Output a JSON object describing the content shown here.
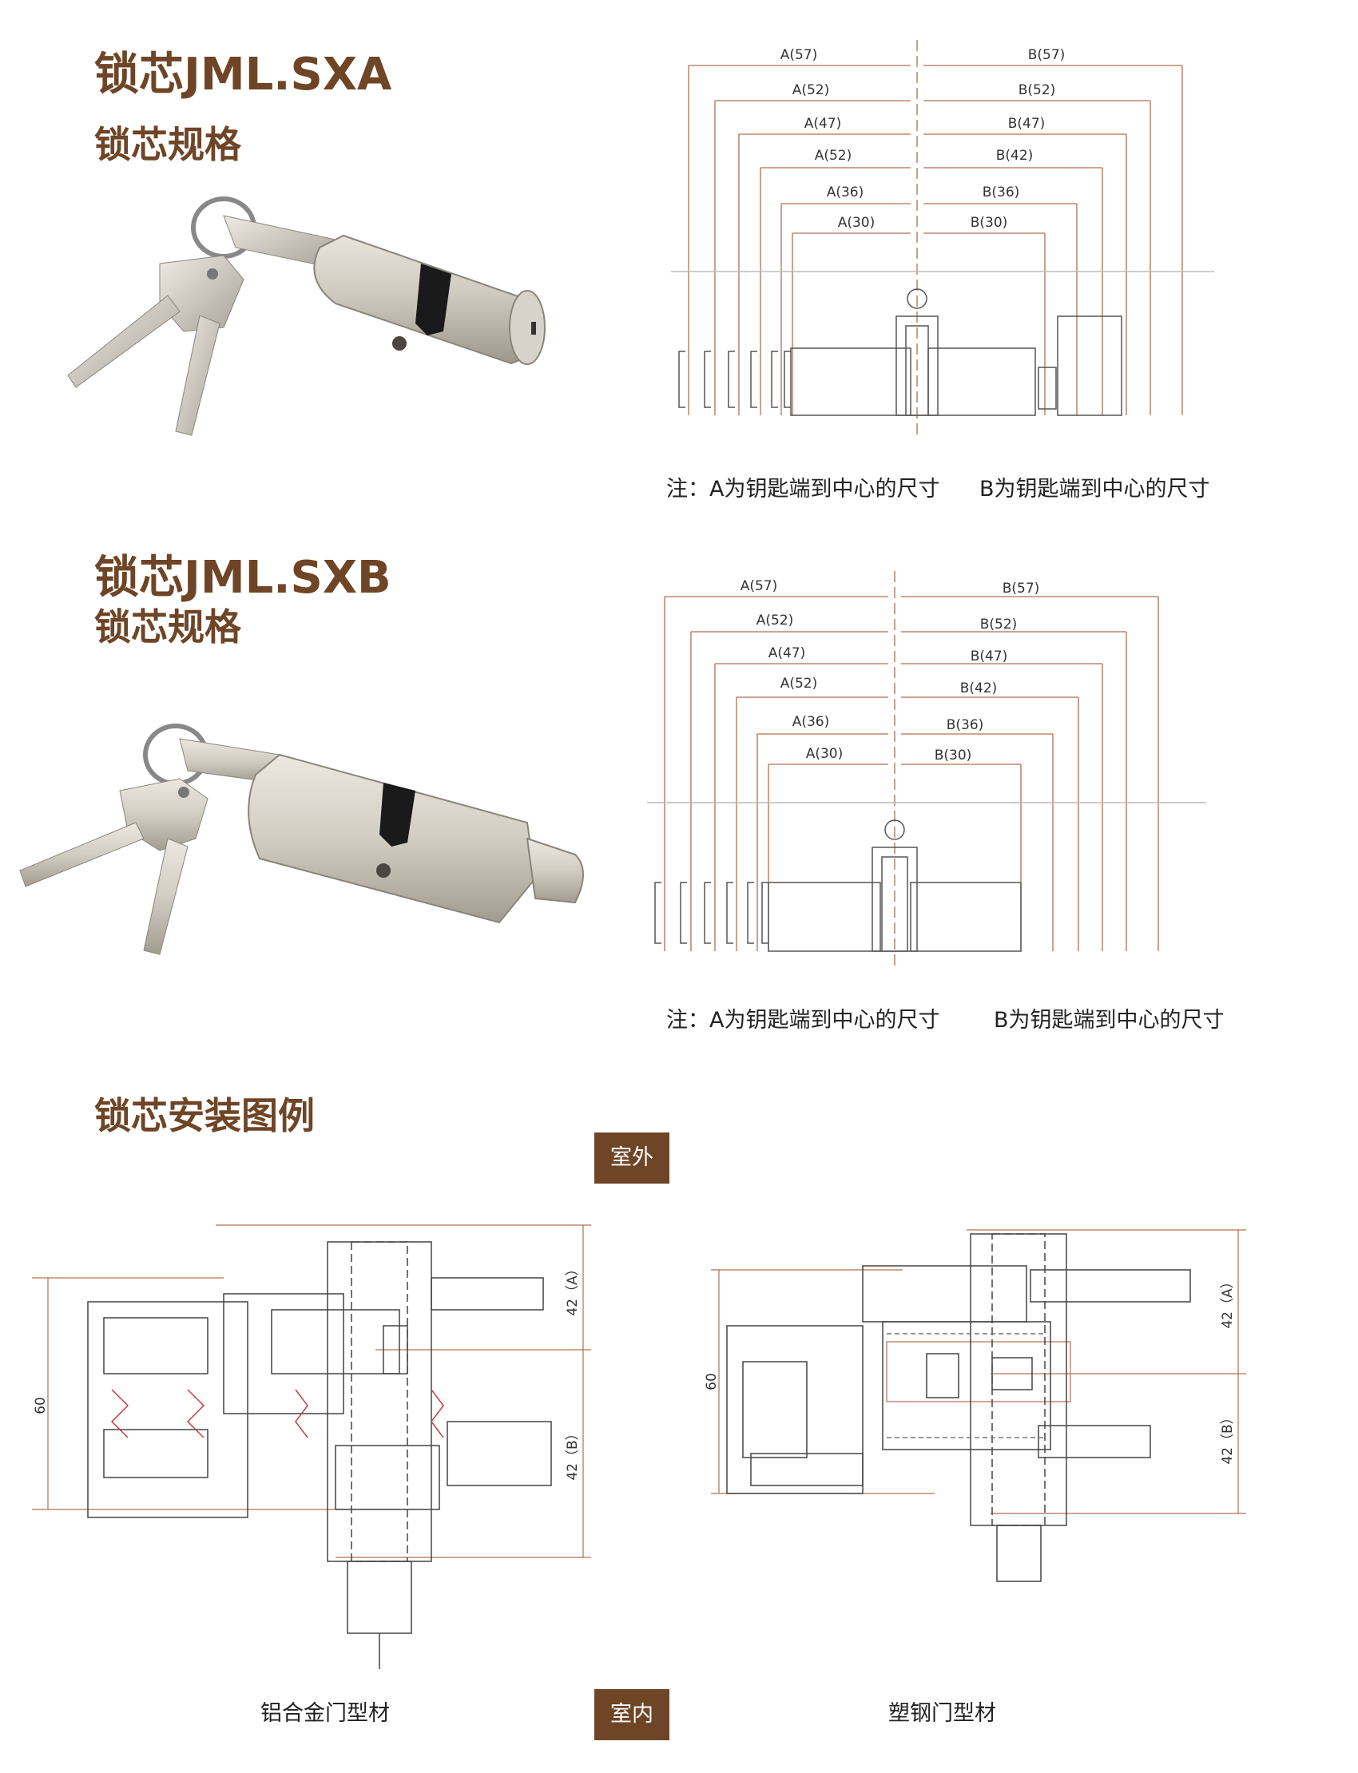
{
  "section_a": {
    "title": "锁芯JML.SXA",
    "subtitle": "锁芯规格",
    "dims_a": [
      "A(57)",
      "A(52)",
      "A(47)",
      "A(52)",
      "A(36)",
      "A(30)"
    ],
    "dims_b": [
      "B(57)",
      "B(52)",
      "B(47)",
      "B(42)",
      "B(36)",
      "B(30)"
    ],
    "note_a": "注：A为钥匙端到中心的尺寸",
    "note_b": "B为钥匙端到中心的尺寸"
  },
  "section_b": {
    "title": "锁芯JML.SXB",
    "subtitle": "锁芯规格",
    "dims_a": [
      "A(57)",
      "A(52)",
      "A(47)",
      "A(52)",
      "A(36)",
      "A(30)"
    ],
    "dims_b": [
      "B(57)",
      "B(52)",
      "B(47)",
      "B(42)",
      "B(36)",
      "B(30)"
    ],
    "note_a": "注：A为钥匙端到中心的尺寸",
    "note_b": "B为钥匙端到中心的尺寸"
  },
  "install": {
    "title": "锁芯安装图例",
    "outdoor": "室外",
    "indoor": "室内",
    "caption_left": "铝合金门型材",
    "caption_right": "塑钢门型材",
    "dim_height": "60",
    "dim_top": "42（A）",
    "dim_bottom": "42（B）"
  },
  "colors": {
    "brand": "#6e4526",
    "dim_line": "#b07050",
    "line": "#333333"
  }
}
